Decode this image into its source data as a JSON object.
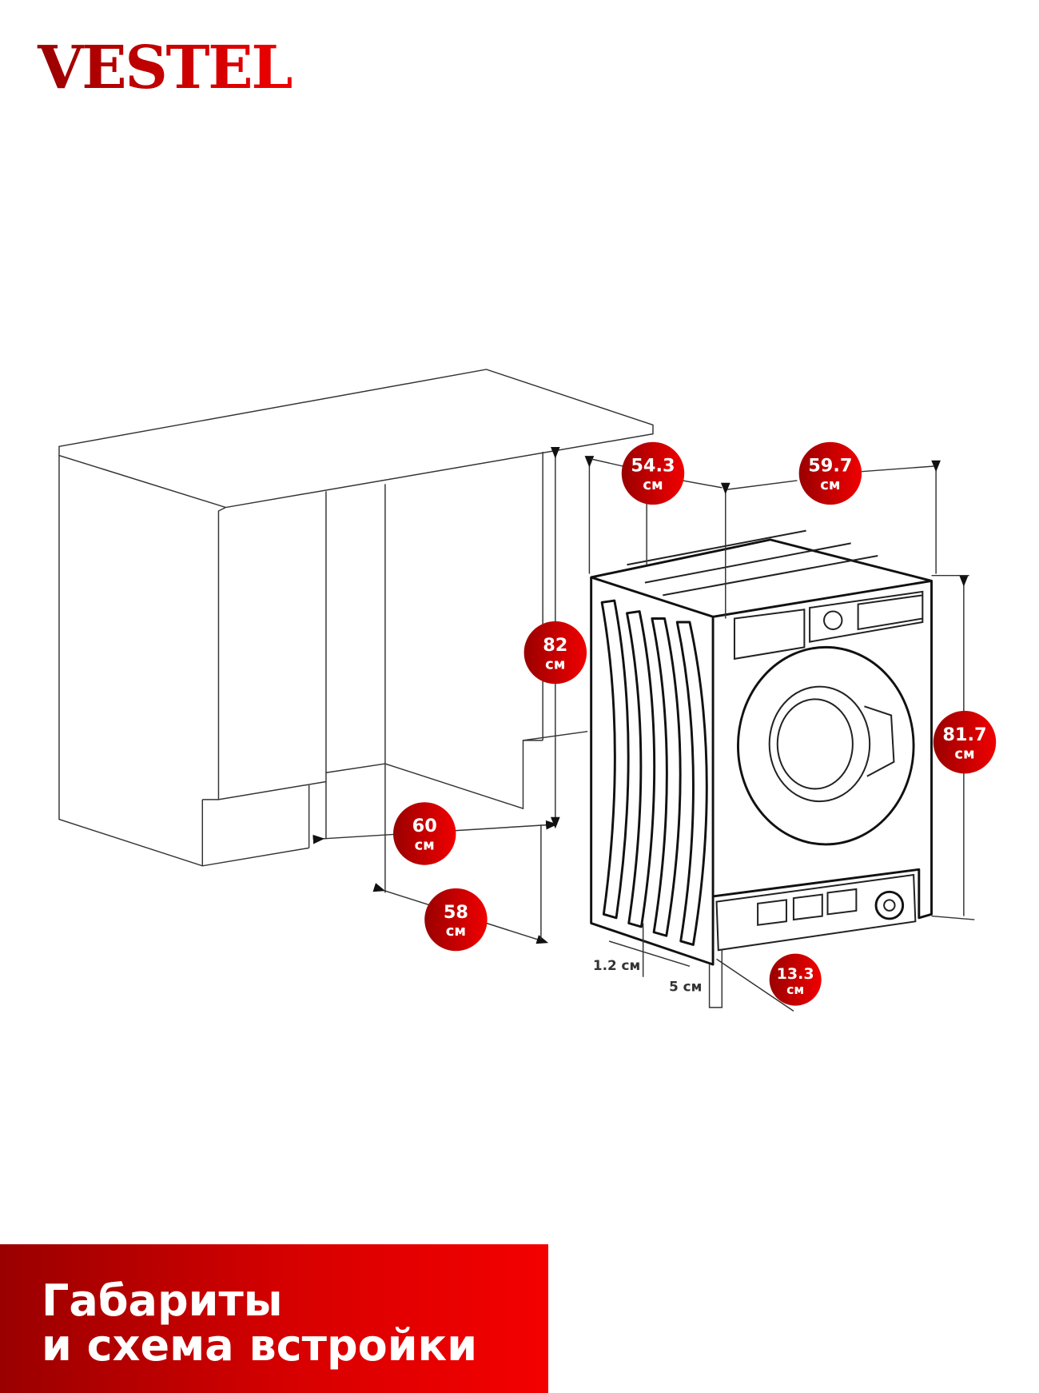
{
  "brand": {
    "logo_text": "VESTEL",
    "color": "#d00000"
  },
  "dimensions": {
    "depth_top": {
      "value": "54.3",
      "unit": "см"
    },
    "width_top": {
      "value": "59.7",
      "unit": "см"
    },
    "niche_height": {
      "value": "82",
      "unit": "см"
    },
    "machine_height": {
      "value": "81.7",
      "unit": "см"
    },
    "niche_width": {
      "value": "60",
      "unit": "см"
    },
    "niche_depth": {
      "value": "58",
      "unit": "см"
    },
    "plinth_depth": {
      "value": "13.3",
      "unit": "см"
    },
    "foot_gap": "1.2 см",
    "plinth_offset": "5 см"
  },
  "banner": {
    "line1": "Габариты",
    "line2": "и схема встройки"
  }
}
